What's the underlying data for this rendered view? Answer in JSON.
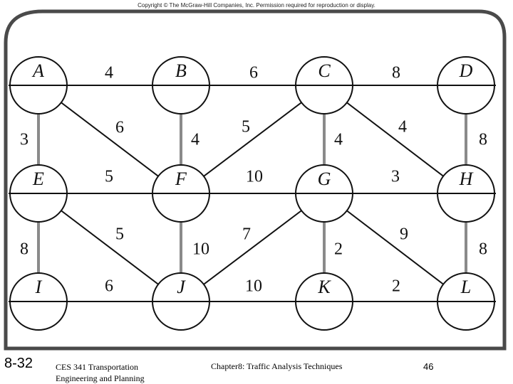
{
  "header": {
    "copyright": "Copyright © The McGraw-Hill Companies, Inc. Permission required for reproduction or display."
  },
  "diagram": {
    "nodes": [
      {
        "id": "A",
        "label": "A"
      },
      {
        "id": "B",
        "label": "B"
      },
      {
        "id": "C",
        "label": "C"
      },
      {
        "id": "D",
        "label": "D"
      },
      {
        "id": "E",
        "label": "E"
      },
      {
        "id": "F",
        "label": "F"
      },
      {
        "id": "G",
        "label": "G"
      },
      {
        "id": "H",
        "label": "H"
      },
      {
        "id": "I",
        "label": "I"
      },
      {
        "id": "J",
        "label": "J"
      },
      {
        "id": "K",
        "label": "K"
      },
      {
        "id": "L",
        "label": "L"
      }
    ],
    "edges": [
      {
        "from": "A",
        "to": "B",
        "weight": "4"
      },
      {
        "from": "B",
        "to": "C",
        "weight": "6"
      },
      {
        "from": "C",
        "to": "D",
        "weight": "8"
      },
      {
        "from": "A",
        "to": "E",
        "weight": "3"
      },
      {
        "from": "A",
        "to": "F",
        "weight": "6"
      },
      {
        "from": "B",
        "to": "F",
        "weight": "4"
      },
      {
        "from": "F",
        "to": "C",
        "weight": "5"
      },
      {
        "from": "C",
        "to": "G",
        "weight": "4"
      },
      {
        "from": "C",
        "to": "H",
        "weight": "4"
      },
      {
        "from": "D",
        "to": "H",
        "weight": "8"
      },
      {
        "from": "E",
        "to": "F",
        "weight": "5"
      },
      {
        "from": "F",
        "to": "G",
        "weight": "10"
      },
      {
        "from": "G",
        "to": "H",
        "weight": "3"
      },
      {
        "from": "E",
        "to": "I",
        "weight": "8"
      },
      {
        "from": "E",
        "to": "J",
        "weight": "5"
      },
      {
        "from": "F",
        "to": "J",
        "weight": "10"
      },
      {
        "from": "J",
        "to": "G",
        "weight": "7"
      },
      {
        "from": "G",
        "to": "K",
        "weight": "2"
      },
      {
        "from": "G",
        "to": "L",
        "weight": "9"
      },
      {
        "from": "H",
        "to": "L",
        "weight": "8"
      },
      {
        "from": "I",
        "to": "J",
        "weight": "6"
      },
      {
        "from": "J",
        "to": "K",
        "weight": "10"
      },
      {
        "from": "K",
        "to": "L",
        "weight": "2"
      }
    ]
  },
  "footer": {
    "slide_number": "8-32",
    "course_line1": "CES 341 Transportation",
    "course_line2": "Engineering and Planning",
    "chapter": "Chapter8: Traffic Analysis Techniques",
    "page": "46"
  }
}
